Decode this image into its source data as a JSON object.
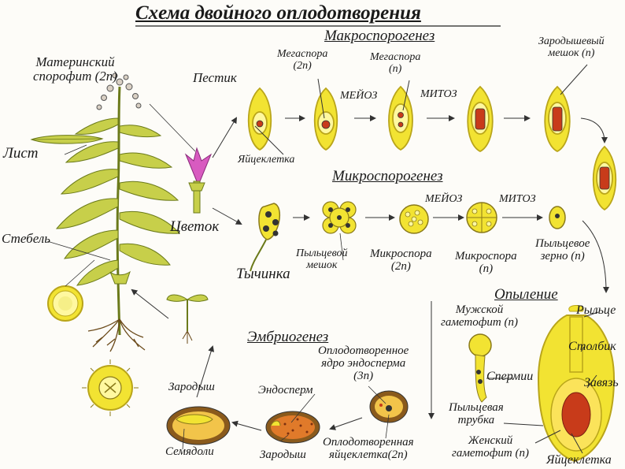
{
  "title": "Схема двойного оплодотворения",
  "sections": {
    "macrosporogenesis": "Макроспорогенез",
    "microsporogenesis": "Микроспорогенез",
    "embryogenesis": "Эмбриогенез",
    "pollination": "Опыление"
  },
  "labels": {
    "maternal_sporophyte_line1": "Материнский",
    "maternal_sporophyte_line2": "спорофит (2n)",
    "pistil": "Пестик",
    "megaspore_2n_line1": "Мегаспора",
    "megaspore_2n_line2": "(2n)",
    "megaspore_n_line1": "Мегаспора",
    "megaspore_n_line2": "(n)",
    "meiosis_top": "МЕЙОЗ",
    "mitosis_top": "МИТОЗ",
    "embryo_sac_line1": "Зародышевый",
    "embryo_sac_line2": "мешок (n)",
    "leaf": "Лист",
    "egg_cell_top": "Яйцеклетка",
    "flower": "Цветок",
    "stem": "Стебель",
    "meiosis_mid": "МЕЙОЗ",
    "mitosis_mid": "МИТОЗ",
    "stamen": "Тычинка",
    "pollen_sac_line1": "Пыльцевой",
    "pollen_sac_line2": "мешок",
    "microspore_2n_line1": "Микроспора",
    "microspore_2n_line2": "(2n)",
    "microspore_n_line1": "Микроспора",
    "microspore_n_line2": "(n)",
    "pollen_grain_line1": "Пыльцевое",
    "pollen_grain_line2": "зерно (n)",
    "male_gametophyte_line1": "Мужской",
    "male_gametophyte_line2": "гаметофит (n)",
    "stigma": "Рыльце",
    "style": "Столбик",
    "fert_endosperm_nucleus_line1": "Оплодотворенное",
    "fert_endosperm_nucleus_line2": "ядро эндосперма",
    "fert_endosperm_nucleus_line3": "(3n)",
    "sperm": "Спермии",
    "ovary": "Завязь",
    "embryo_top": "Зародыш",
    "endosperm": "Эндосперм",
    "pollen_tube_line1": "Пыльцевая",
    "pollen_tube_line2": "трубка",
    "female_gametophyte_line1": "Женский",
    "female_gametophyte_line2": "гаметофит (n)",
    "egg_cell_bottom": "Яйцеклетка",
    "cotyledons": "Семядоли",
    "embryo_bottom": "Зародыш",
    "fert_egg_line1": "Оплодотворенная",
    "fert_egg_line2": "яйцеклетка(2n)"
  },
  "colors": {
    "yellow": "#f2e332",
    "yellow_dark": "#b9a51a",
    "green_leaf": "#c7cf4a",
    "red_cell": "#c83b1a",
    "brown_seed": "#8a5a1c",
    "orange_endosperm": "#e07a2a",
    "flower_pink": "#d85bc0"
  }
}
